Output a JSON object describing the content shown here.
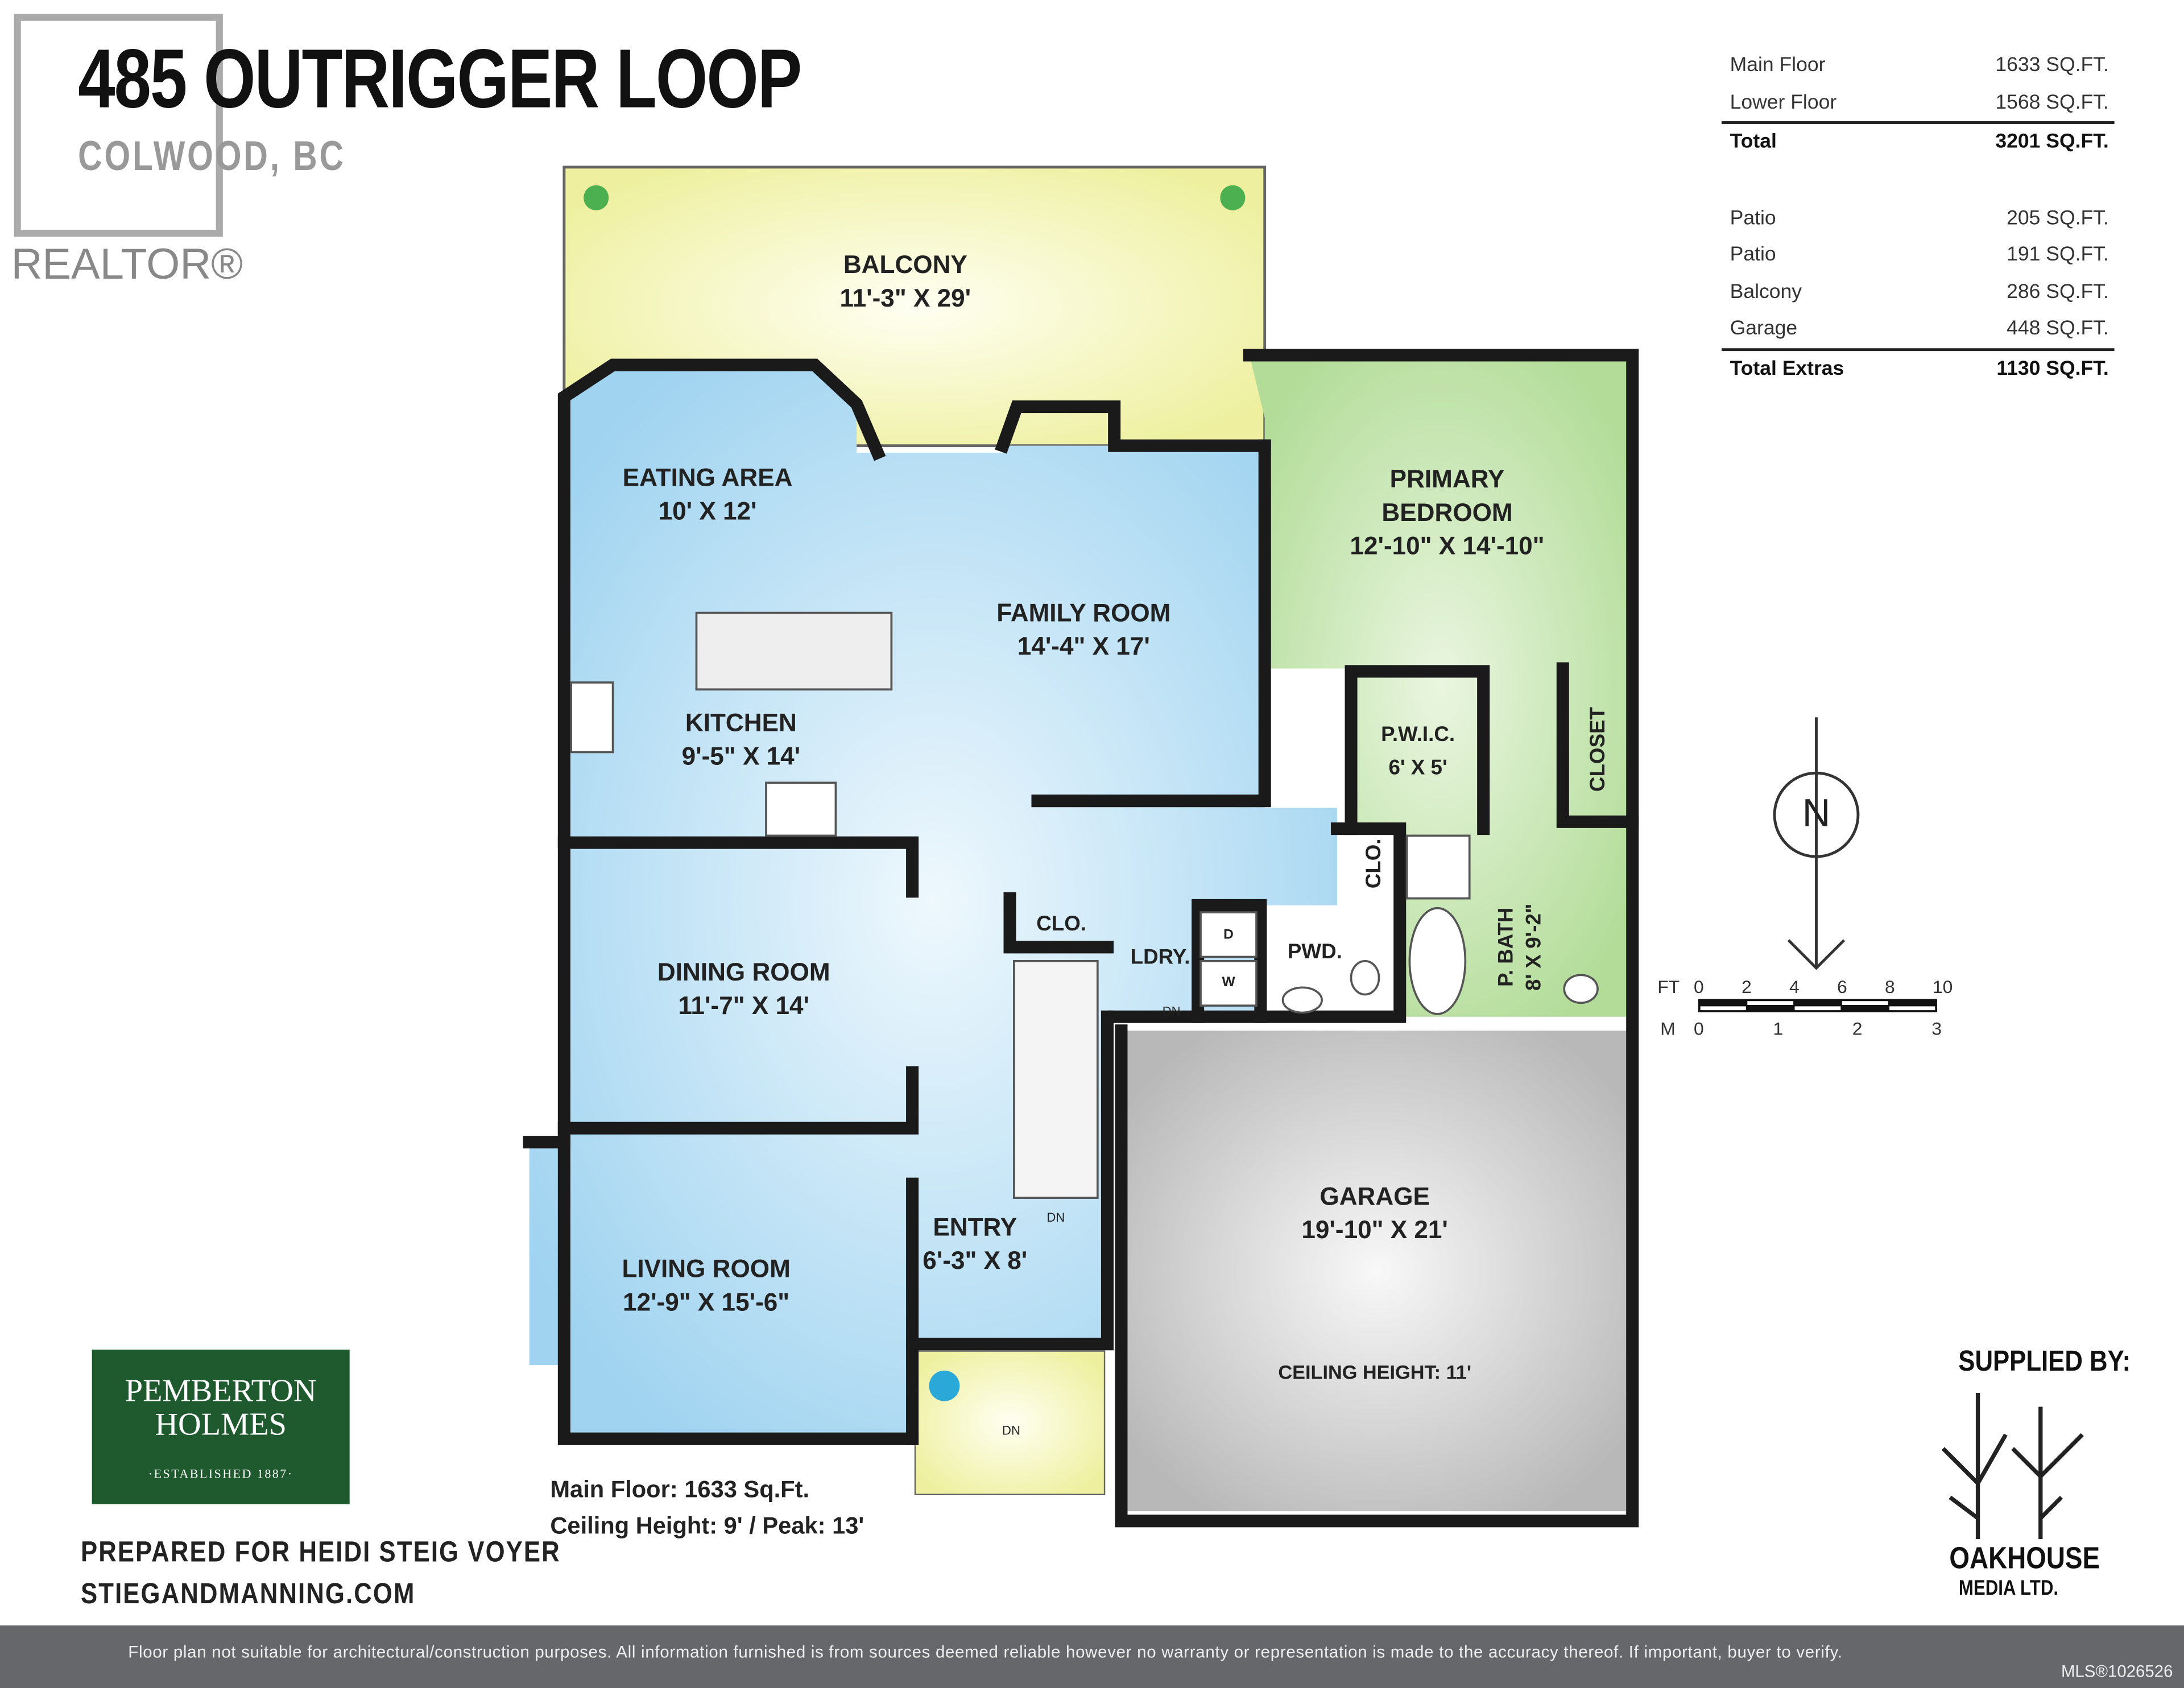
{
  "header": {
    "title": "485 OUTRIGGER LOOP",
    "subtitle": "COLWOOD, BC"
  },
  "realtor_logo": {
    "text": "REALTOR®"
  },
  "area_table": {
    "floors": [
      {
        "label": "Main Floor",
        "value": "1633 SQ.FT."
      },
      {
        "label": "Lower Floor",
        "value": "1568 SQ.FT."
      }
    ],
    "total": {
      "label": "Total",
      "value": "3201 SQ.FT."
    },
    "extras": [
      {
        "label": "Patio",
        "value": "205 SQ.FT."
      },
      {
        "label": "Patio",
        "value": "191 SQ.FT."
      },
      {
        "label": "Balcony",
        "value": "286 SQ.FT."
      },
      {
        "label": "Garage",
        "value": "448 SQ.FT."
      }
    ],
    "total_extras": {
      "label": "Total Extras",
      "value": "1130 SQ.FT."
    }
  },
  "rooms": {
    "balcony": {
      "name": "BALCONY",
      "size": "11'-3\" X 29'"
    },
    "eating": {
      "name": "EATING AREA",
      "size": "10' X 12'"
    },
    "family": {
      "name": "FAMILY ROOM",
      "size": "14'-4\" X 17'"
    },
    "kitchen": {
      "name": "KITCHEN",
      "size": "9'-5\" X 14'"
    },
    "primary": {
      "name1": "PRIMARY",
      "name2": "BEDROOM",
      "size": "12'-10\" X 14'-10\""
    },
    "pwic": {
      "name": "P.W.I.C.",
      "size": "6' X 5'"
    },
    "closet": "CLOSET",
    "clo1": "CLO.",
    "clo2": "CLO.",
    "ldry": "LDRY.",
    "pwd": "PWD.",
    "dryer": "D",
    "washer": "W",
    "pbath": {
      "name": "P. BATH",
      "size": "8' X 9'-2\""
    },
    "dining": {
      "name": "DINING ROOM",
      "size": "11'-7\" X 14'"
    },
    "living": {
      "name": "LIVING ROOM",
      "size": "12'-9\" X 15'-6\""
    },
    "entry": {
      "name": "ENTRY",
      "size": "6'-3\" X 8'"
    },
    "garage": {
      "name": "GARAGE",
      "size": "19'-10\" X 21'",
      "ceiling": "CEILING HEIGHT: 11'"
    },
    "dn": "DN"
  },
  "floor_note": {
    "line1": "Main Floor: 1633 Sq.Ft.",
    "line2": "Ceiling Height: 9' / Peak: 13'"
  },
  "compass": {
    "label": "N"
  },
  "scale_bar": {
    "ft_label": "FT",
    "ft_ticks": [
      "0",
      "2",
      "4",
      "6",
      "8",
      "10"
    ],
    "m_label": "M",
    "m_ticks": [
      "0",
      "1",
      "2",
      "3"
    ]
  },
  "prepared": {
    "line1": "PREPARED FOR HEIDI STEIG VOYER",
    "line2": "STIEGANDMANNING.COM"
  },
  "pemberton": {
    "line1": "PEMBERTON",
    "line2": "HOLMES",
    "line3": "·ESTABLISHED 1887·"
  },
  "supplier": {
    "label": "SUPPLIED BY:",
    "name": "OAKHOUSE",
    "sub": "MEDIA LTD."
  },
  "footer": {
    "disclaimer": "Floor plan not suitable for architectural/construction purposes. All information furnished is from sources deemed reliable however no warranty or representation is made to the accuracy thereof. If important, buyer to verify.",
    "mls": "MLS®1026526"
  },
  "colors": {
    "blue": "#bfe2f5",
    "green": "#c9e8b4",
    "yellow": "#f4f4b8",
    "grey": "#c8c8c8",
    "wall": "#1a1a1a",
    "pemberton": "#1f5a2e",
    "footer": "#66676a"
  }
}
